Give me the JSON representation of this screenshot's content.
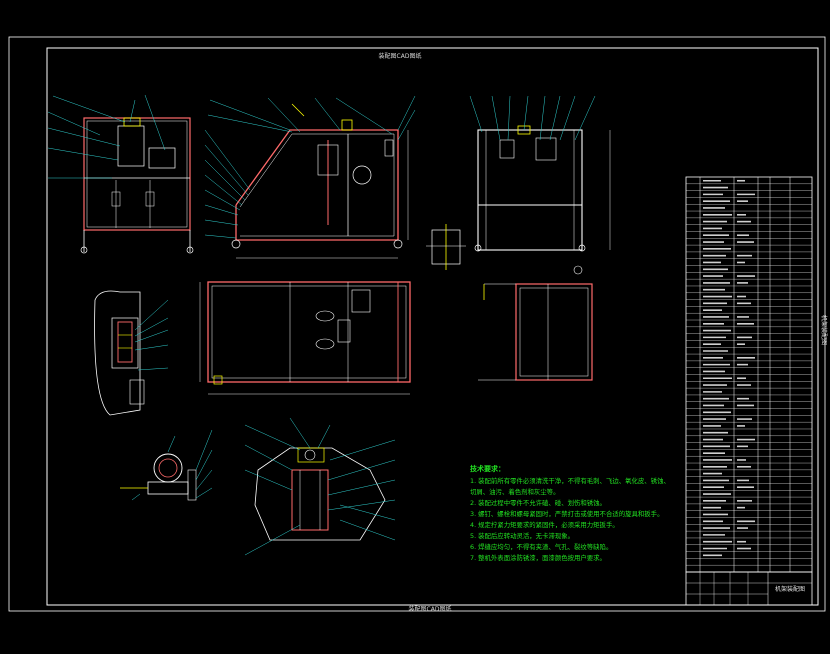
{
  "drawing": {
    "top_label": "装配图CAD图纸",
    "bottom_label": "装配图CAD图纸",
    "side_label": "机架装配图"
  },
  "notes": {
    "heading": "技术要求：",
    "lines": [
      "1. 装配前所有零件必须清洗干净，不得有毛刺、飞边、氧化皮、锈蚀、",
      "   切屑、油污、着色剂和灰尘等。",
      "2. 装配过程中零件不允许磕、碰、划伤和锈蚀。",
      "3. 螺钉、螺栓和螺母紧固时，严禁打击或使用不合适的旋具和扳手。",
      "4. 规定拧紧力矩要求的紧固件，必须采用力矩扳手。",
      "5. 装配后应转动灵活，无卡滞现象。",
      "6. 焊缝应均匀，不得有夹渣、气孔、裂纹等缺陷。",
      "7. 整机外表面涂防锈漆，面漆颜色按用户要求。"
    ]
  },
  "title_block": {
    "drawing_name": "机架装配图"
  },
  "colors": {
    "background": "#000000",
    "frame": "#ffffff",
    "part": "#ff6a6a",
    "leader": "#2fd0d0",
    "dimension": "#e8e8e8",
    "highlight": "#ffff00",
    "note": "#22e022"
  }
}
